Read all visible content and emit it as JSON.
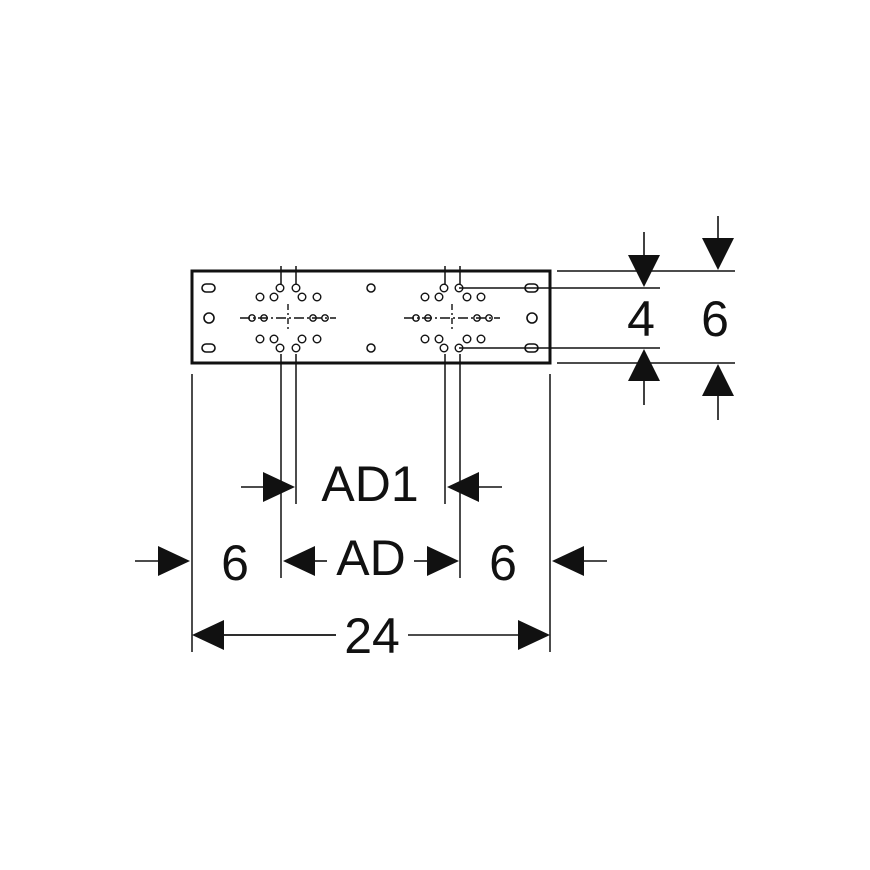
{
  "diagram": {
    "labels": {
      "total_width": "24",
      "left_margin": "6",
      "right_margin": "6",
      "hole_distance": "AD",
      "hole_distance_inner": "AD1",
      "inner_height": "4",
      "outer_height": "6"
    },
    "colors": {
      "line": "#111111",
      "background": "#ffffff"
    }
  }
}
